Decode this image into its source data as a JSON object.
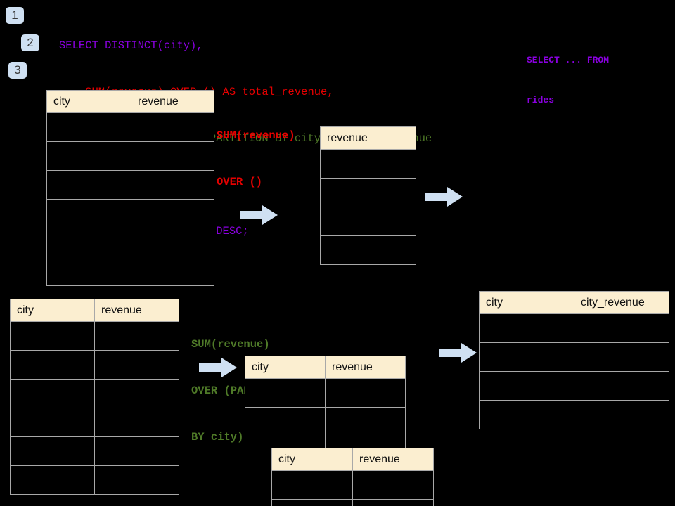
{
  "steps": [
    {
      "label": "1"
    },
    {
      "label": "2"
    },
    {
      "label": "3"
    }
  ],
  "colors": {
    "background": "#000000",
    "table_header_bg": "#fbeed0",
    "table_border": "#a8a8a8",
    "badge_bg": "#cfe0f2",
    "arrow_fill": "#cfe0f2",
    "keyword_purple": "#8a00e0",
    "annot_red": "#e60000",
    "annot_green": "#4f7a28"
  },
  "sql": {
    "lines": [
      {
        "text": "SELECT DISTINCT(city),",
        "color": "purple"
      },
      {
        "text": "    SUM(revenue) OVER () AS total_revenue,",
        "color": "red"
      },
      {
        "text": "    SUM(revenue) OVER (PARTITION BY city) as city_revenue",
        "color": "green"
      },
      {
        "text": "  FROM rides",
        "color": "purple"
      },
      {
        "text": "  ORDER by city_revenue DESC;",
        "color": "purple"
      }
    ]
  },
  "sql_mini": {
    "lines": [
      "SELECT ... FROM",
      "rides"
    ]
  },
  "annotations": {
    "total_revenue": {
      "lines": [
        "SUM(revenue)",
        "OVER ()"
      ],
      "color": "red"
    },
    "city_revenue": {
      "lines": [
        "SUM(revenue)",
        "OVER (PARTITION",
        "BY city)"
      ],
      "color": "green"
    }
  },
  "tables": {
    "source_top": {
      "name": "rides-source-top",
      "headers": [
        "city",
        "revenue"
      ],
      "row_count": 6
    },
    "total_revenue": {
      "name": "total-revenue",
      "headers": [
        "revenue"
      ],
      "row_count": 4
    },
    "source_bottom": {
      "name": "rides-source-bottom",
      "headers": [
        "city",
        "revenue"
      ],
      "row_count": 6
    },
    "partition_back": {
      "name": "partition-group-back",
      "headers": [
        "city",
        "revenue"
      ],
      "row_count": 3
    },
    "partition_front": {
      "name": "partition-group-front",
      "headers": [
        "city",
        "revenue"
      ],
      "row_count": 2
    },
    "result": {
      "name": "final-result",
      "headers": [
        "city",
        "city_revenue"
      ],
      "row_count": 4
    }
  },
  "arrows": [
    {
      "name": "arrow-source-to-total"
    },
    {
      "name": "arrow-total-to-result"
    },
    {
      "name": "arrow-source-to-partition"
    },
    {
      "name": "arrow-partition-to-result"
    }
  ]
}
